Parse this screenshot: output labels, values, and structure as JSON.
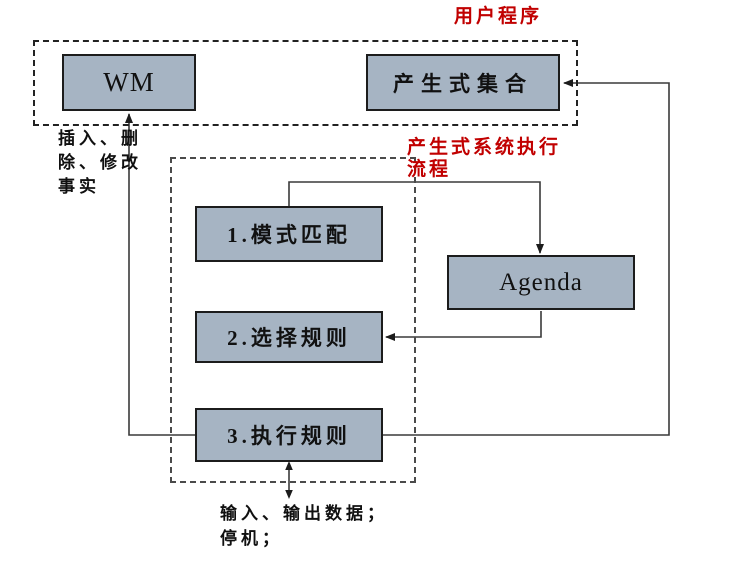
{
  "diagram": {
    "labels": {
      "user_program": "用户程序",
      "exec_flow": "产生式系统执行\n流程",
      "wm_edit_note": "插入、删\n除、修改\n事实",
      "io_note": "输入、输出数据；\n停机；"
    },
    "nodes": {
      "wm": "WM",
      "production_set": "产生式集合",
      "step1": "1.模式匹配",
      "agenda": "Agenda",
      "step2": "2.选择规则",
      "step3": "3.执行规则"
    },
    "groups": {
      "user_program_members": [
        "wm",
        "production_set"
      ],
      "exec_flow_members": [
        "step1",
        "step2",
        "step3"
      ]
    },
    "edges": [
      {
        "from": "step1",
        "to": "agenda",
        "bidirectional": false
      },
      {
        "from": "agenda",
        "to": "step2",
        "bidirectional": false
      },
      {
        "from": "step3",
        "to": "wm",
        "bidirectional": false
      },
      {
        "from": "step3",
        "to": "production_set",
        "bidirectional": false
      },
      {
        "from": "step3",
        "to": "external-io",
        "bidirectional": true
      }
    ],
    "colors": {
      "node_fill": "#a6b4c3",
      "node_border": "#1c1c1c",
      "red_label": "#c10000",
      "connector": "#3a3a3a",
      "dashed_border": "#222222"
    }
  }
}
